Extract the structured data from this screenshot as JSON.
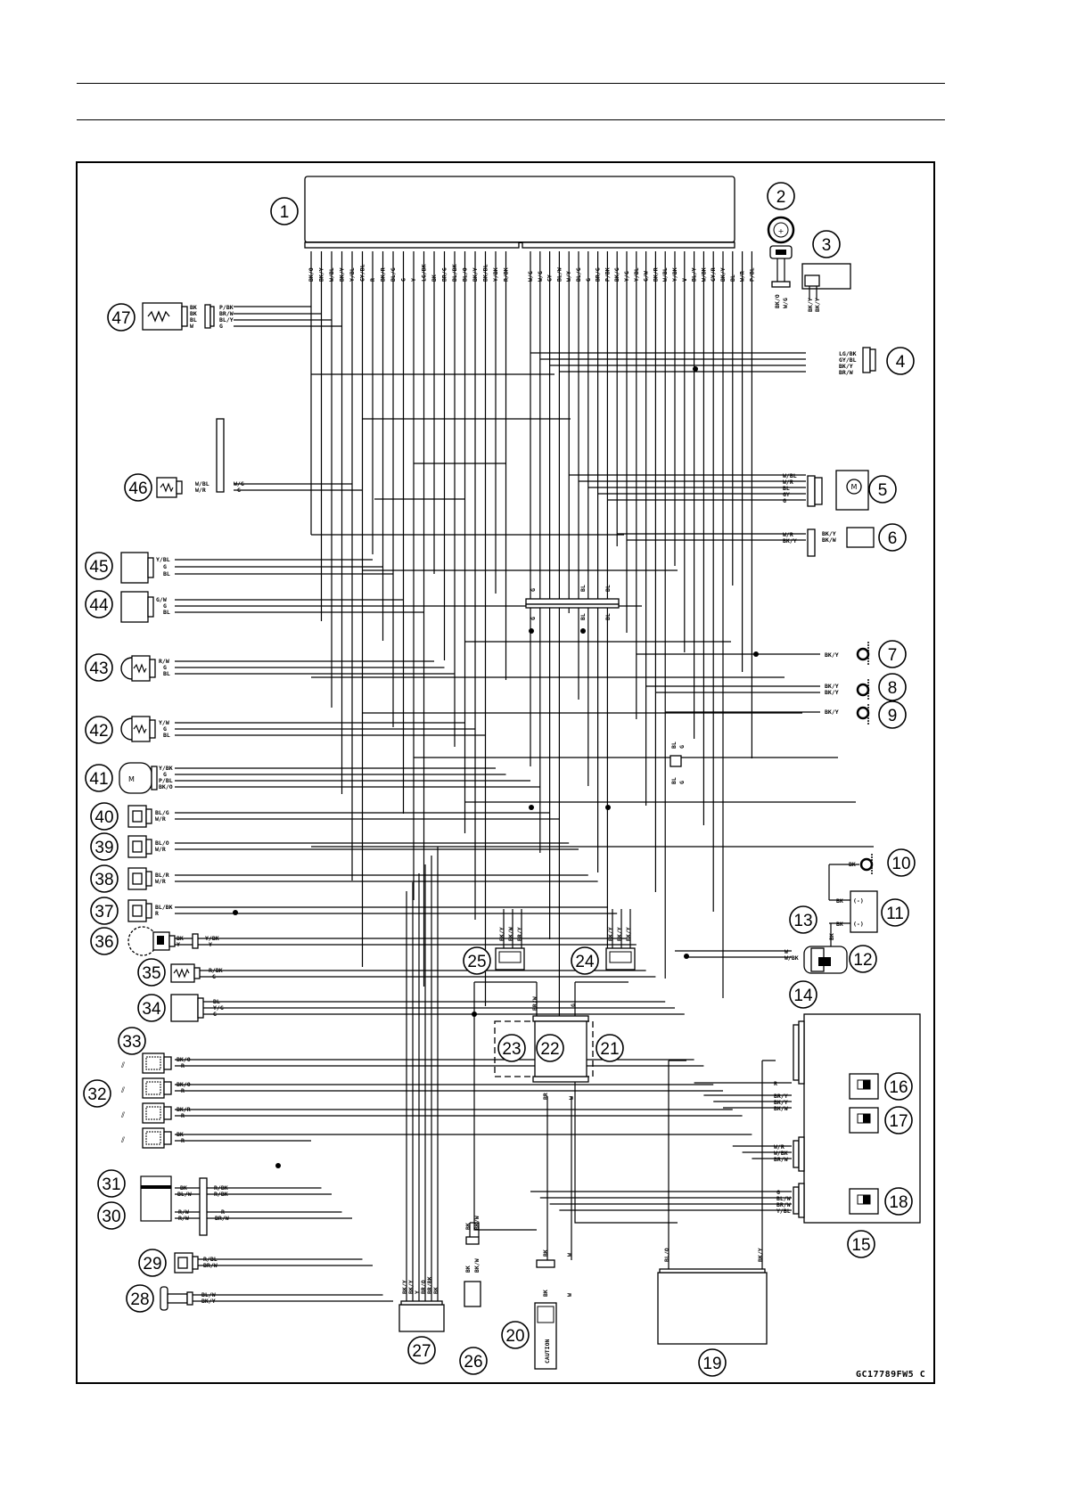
{
  "figure_code": "GC17789FW5 C",
  "callouts": [
    "1",
    "2",
    "3",
    "4",
    "5",
    "6",
    "7",
    "8",
    "9",
    "10",
    "11",
    "12",
    "13",
    "14",
    "15",
    "16",
    "17",
    "18",
    "19",
    "20",
    "21",
    "22",
    "23",
    "24",
    "25",
    "26",
    "27",
    "28",
    "29",
    "30",
    "31",
    "32",
    "33",
    "34",
    "35",
    "36",
    "37",
    "38",
    "39",
    "40",
    "41",
    "42",
    "43",
    "44",
    "45",
    "46",
    "47"
  ],
  "ecu_top_labels": [
    "BK/O",
    "BK/Y",
    "W/BL",
    "BK/Y",
    "Y/BL",
    "GY/BL",
    "R",
    "BK/R",
    "BL/G",
    "G",
    "Y",
    "LG/BK",
    "BK",
    "BR/G",
    "BL/BK",
    "BL/O",
    "BK/Y",
    "BK/BL",
    "Y/BK",
    "R/BK",
    "W/G",
    "W/G",
    "GY",
    "BL/W",
    "W/Y",
    "BL/G",
    "G",
    "BR/G",
    "P/BK",
    "BK/G",
    "Y/G",
    "Y/BL",
    "G/W",
    "BK/R",
    "W/BL",
    "Y/BK",
    "V",
    "BL/Y",
    "W/BK",
    "GY/R",
    "BK/Y",
    "BL",
    "W/R",
    "P/BL"
  ],
  "c47_left": [
    "BK",
    "BK",
    "BL",
    "W"
  ],
  "c47_right": [
    "P/BK",
    "BR/W",
    "BL/Y",
    "G"
  ],
  "c46_left": [
    "W/BL",
    "W/R"
  ],
  "c46_right": [
    "W/G",
    "G"
  ],
  "c45": [
    "Y/BL",
    "G",
    "BL"
  ],
  "c44": [
    "G/W",
    "G",
    "BL"
  ],
  "c43": [
    "R/W",
    "G",
    "BL"
  ],
  "c42": [
    "Y/W",
    "G",
    "BL"
  ],
  "c41": [
    "Y/BK",
    "G",
    "P/BL",
    "BK/O"
  ],
  "c40": [
    "BL/G",
    "W/R"
  ],
  "c39": [
    "BL/O",
    "W/R"
  ],
  "c38": [
    "BL/R",
    "W/R"
  ],
  "c37": [
    "BL/BK",
    "R"
  ],
  "c36_left": [
    "BK",
    "Y"
  ],
  "c36_right": [
    "Y/BK",
    "Y"
  ],
  "c35": [
    "R/BK",
    "G"
  ],
  "c34": [
    "BL",
    "Y/G",
    "G"
  ],
  "c33": [
    "BK/O",
    "R"
  ],
  "c32a": [
    "BK/O",
    "R"
  ],
  "c32b": [
    "BK/R",
    "R"
  ],
  "c32c": [
    "BK",
    "R"
  ],
  "c31_left": [
    "BK",
    "BL/W"
  ],
  "c31_right": [
    "R/BK",
    "R/BK"
  ],
  "c30_left": [
    "R/W",
    "R/W"
  ],
  "c30_right": [
    "R",
    "BR/W"
  ],
  "c29": [
    "R/BL",
    "BR/W"
  ],
  "c28": [
    "BL/W",
    "BK/Y"
  ],
  "c27": [
    "BK/Y",
    "BK/Y",
    "Y",
    "BR/O",
    "BR/BK",
    "BK"
  ],
  "c26_top": [
    "BK",
    "BK/W"
  ],
  "c26_bottom": [
    "BK",
    "BK/W"
  ],
  "c25": [
    "BK/Y",
    "BK/W",
    "BR/Y"
  ],
  "c24": [
    "BK/Y",
    "BK/Y",
    "BK/Y"
  ],
  "c22_top": [
    "BR/W",
    "G"
  ],
  "c22_bottom": [
    "BR",
    "W"
  ],
  "c20_top": [
    "BK",
    "W"
  ],
  "c20_bottom": [
    "BK",
    "W"
  ],
  "c19": [
    "BL/O",
    "BK/Y"
  ],
  "c4": [
    "LG/BK",
    "GY/BL",
    "BK/Y",
    "BR/W"
  ],
  "c2": [
    "BK/O",
    "W/G"
  ],
  "c3": [
    "BK/Y",
    "BK/Y"
  ],
  "c5": [
    "W/BL",
    "W/R",
    "BL",
    "GY",
    "G"
  ],
  "c6_left": [
    "W/R",
    "BK/Y"
  ],
  "c6_right": [
    "BK/Y",
    "BK/W"
  ],
  "c7": "BK/Y",
  "c8": [
    "BK/Y",
    "BK/Y"
  ],
  "c9": "BK/Y",
  "c10": "BK",
  "c11": [
    "BK",
    "BK"
  ],
  "c11_terminals": [
    "(-)",
    "(-)"
  ],
  "c12": [
    "W",
    "W/BK"
  ],
  "c13": "BK",
  "c16": [
    "R",
    "BR/Y",
    "BK/Y",
    "BK/W"
  ],
  "c17": [
    "W/R",
    "W/BK",
    "BR/W"
  ],
  "c18": [
    "G",
    "BL/W",
    "BR/W",
    "Y/BL"
  ],
  "joint_top": [
    "G",
    "BL",
    "BL"
  ],
  "joint_mid": [
    "G",
    "BL",
    "BL"
  ],
  "c_bl_g": [
    "BL",
    "G",
    "BL",
    "G"
  ],
  "motor_glyph": "M",
  "label_20_text": "CAUTION"
}
